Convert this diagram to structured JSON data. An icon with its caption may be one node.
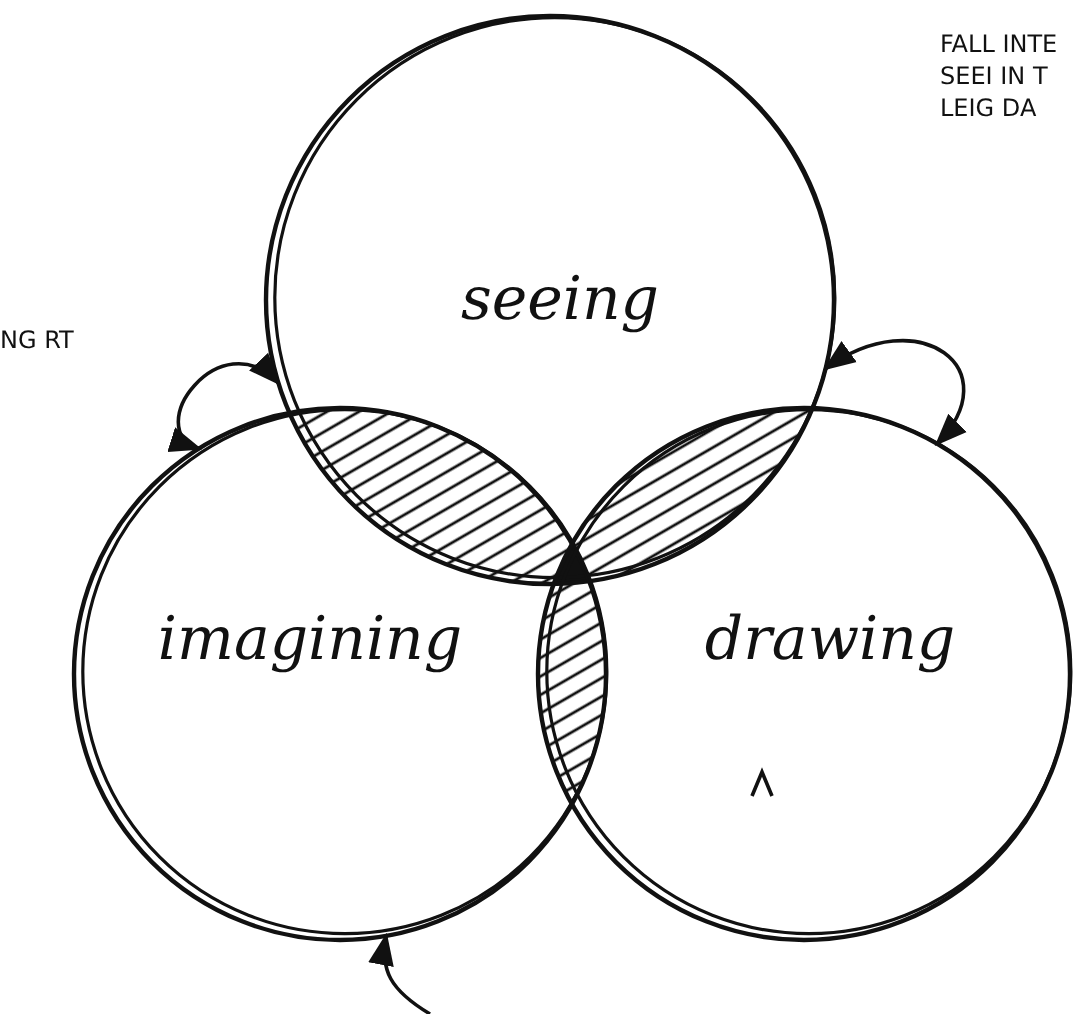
{
  "diagram": {
    "nodes": [
      {
        "text": [
          "seeing"
        ]
      },
      {
        "text": [
          "imagining"
        ]
      },
      {
        "text": [
          "drawing"
        ]
      }
    ],
    "edges": [
      {
        "from": 0,
        "to": 1,
        "arrow": "both"
      },
      {
        "from": 0,
        "to": 2,
        "arrow": "both"
      },
      {
        "from": null,
        "to": 1,
        "arrow": "to"
      }
    ],
    "labels": [
      "NG RT",
      "FALL INTE SEEI IN T LEIG DA"
    ]
  }
}
